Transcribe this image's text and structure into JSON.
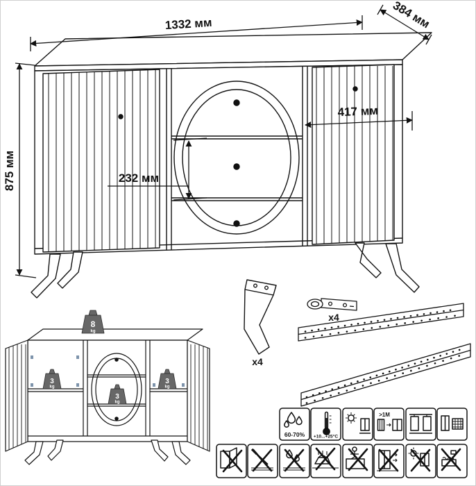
{
  "dims": {
    "width": "1332 мм",
    "depth": "384 мм",
    "height": "875 мм",
    "inner_width": "417 мм",
    "drawer_height": "232 мм"
  },
  "parts": {
    "leg_qty": "x4",
    "hinge_qty": "x4"
  },
  "loads": {
    "top_value": "8",
    "top_unit": "kg",
    "left_value": "3",
    "left_unit": "kg",
    "center_value": "3",
    "center_unit": "kg",
    "right_value": "3",
    "right_unit": "kg"
  },
  "care": {
    "humidity": "60-70%",
    "temperature": "+10...+25°C",
    "distance": ">1M",
    "row1_icons": [
      "humidity-drops-icon",
      "thermometer-icon",
      "sun-cabinet-icon",
      "radiator-distance-icon",
      "wall-fixing-icon",
      "ventilation-icon"
    ],
    "row2_icons": [
      "no-hanging-on-door-icon",
      "no-sharp-objects-icon",
      "no-liquids-icon",
      "no-hot-items-icon",
      "no-climbing-icon",
      "no-dragging-icon",
      "no-direct-sun-icon",
      "no-aggressive-cleaning-icon"
    ]
  }
}
